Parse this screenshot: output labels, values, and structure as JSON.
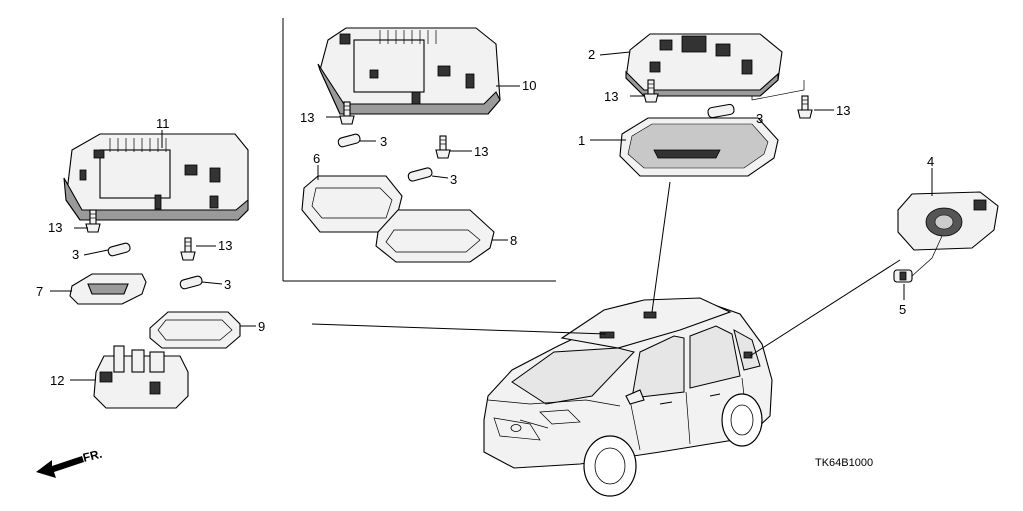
{
  "diagram": {
    "labels": {
      "l1": "1",
      "l2": "2",
      "l3a": "3",
      "l3b": "3",
      "l3c": "3",
      "l3d": "3",
      "l3e": "3",
      "l4": "4",
      "l5": "5",
      "l6": "6",
      "l7": "7",
      "l8": "8",
      "l9": "9",
      "l10": "10",
      "l11": "11",
      "l12": "12",
      "l13a": "13",
      "l13b": "13",
      "l13c": "13",
      "l13d": "13",
      "l13e": "13",
      "l13f": "13"
    },
    "direction_label": "FR.",
    "drawing_code": "TK64B1000"
  }
}
